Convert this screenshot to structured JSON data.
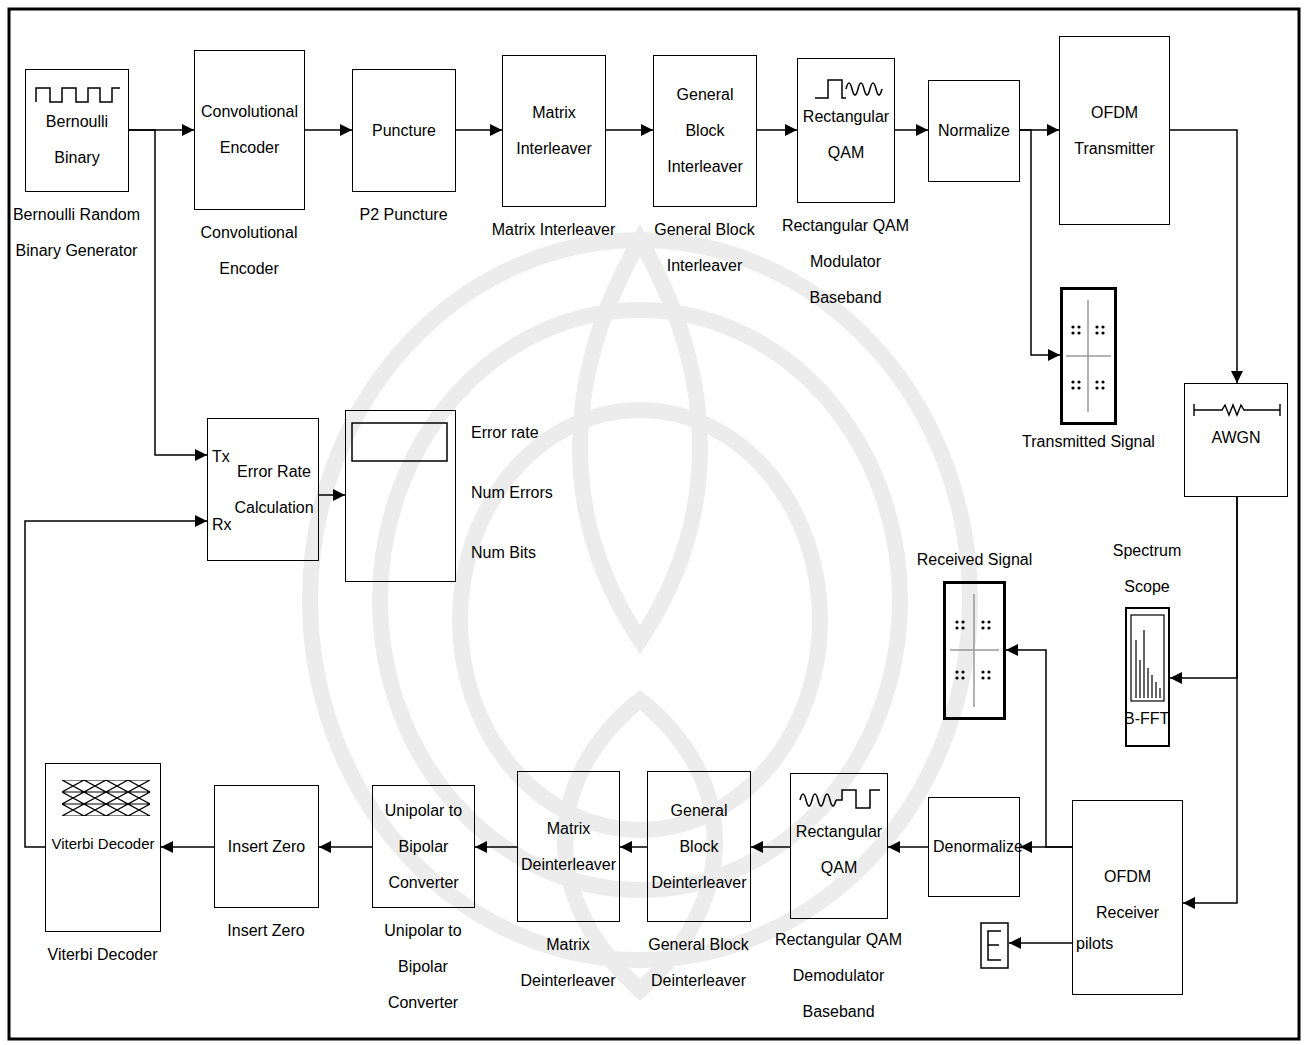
{
  "diagram": {
    "nodes": [
      {
        "text": [
          "Bernoulli Binary",
          "Bernoulli Random Binary Generator"
        ]
      },
      {
        "text": [
          "Convolutional Encoder",
          "Convolutional Encoder"
        ]
      },
      {
        "text": [
          "Puncture",
          "P2 Puncture"
        ]
      },
      {
        "text": [
          "Matrix Interleaver",
          "Matrix Interleaver"
        ]
      },
      {
        "text": [
          "General Block Interleaver",
          "General Block Interleaver"
        ]
      },
      {
        "text": [
          "Rectangular QAM",
          "Rectangular QAM Modulator Baseband"
        ]
      },
      {
        "text": [
          "Normalize"
        ]
      },
      {
        "text": [
          "OFDM Transmitter"
        ]
      },
      {
        "text": [
          "Transmitted Signal"
        ]
      },
      {
        "text": [
          "AWGN"
        ]
      },
      {
        "text": [
          "Tx",
          "Error Rate Calculation",
          "Rx"
        ]
      },
      {
        "text": [
          "Error rate",
          "Num Errors",
          "Num Bits"
        ]
      },
      {
        "text": [
          "Received Signal"
        ]
      },
      {
        "text": [
          "Spectrum Scope",
          "B-FFT"
        ]
      },
      {
        "text": [
          "OFDM Receiver",
          "pilots"
        ]
      },
      {
        "text": [
          "Denormalize"
        ]
      },
      {
        "text": [
          "Rectangular QAM",
          "Rectangular QAM Demodulator Baseband"
        ]
      },
      {
        "text": [
          "General Block Deinterleaver",
          "General Block Deinterleaver"
        ]
      },
      {
        "text": [
          "Matrix Deinterleaver",
          "Matrix Deinterleaver"
        ]
      },
      {
        "text": [
          "Unipolar to Bipolar Converter",
          "Unipolar to Bipolar Converter"
        ]
      },
      {
        "text": [
          "Insert Zero",
          "Insert Zero"
        ]
      },
      {
        "text": [
          "Viterbi Decoder",
          "Viterbi Decoder"
        ]
      }
    ],
    "edges": [
      {
        "from": 0,
        "to": 1,
        "arrow": "to"
      },
      {
        "from": 1,
        "to": 2,
        "arrow": "to"
      },
      {
        "from": 2,
        "to": 3,
        "arrow": "to"
      },
      {
        "from": 3,
        "to": 4,
        "arrow": "to"
      },
      {
        "from": 4,
        "to": 5,
        "arrow": "to"
      },
      {
        "from": 5,
        "to": 6,
        "arrow": "to"
      },
      {
        "from": 6,
        "to": 7,
        "arrow": "to"
      },
      {
        "from": 6,
        "to": 8,
        "arrow": "to"
      },
      {
        "from": 7,
        "to": 9,
        "arrow": "to"
      },
      {
        "from": 9,
        "to": 13,
        "arrow": "to"
      },
      {
        "from": 9,
        "to": 14,
        "arrow": "to"
      },
      {
        "from": 14,
        "to": 15,
        "arrow": "to"
      },
      {
        "from": 14,
        "to": 12,
        "arrow": "to"
      },
      {
        "from": 15,
        "to": 16,
        "arrow": "to"
      },
      {
        "from": 16,
        "to": 17,
        "arrow": "to"
      },
      {
        "from": 17,
        "to": 18,
        "arrow": "to"
      },
      {
        "from": 18,
        "to": 19,
        "arrow": "to"
      },
      {
        "from": 19,
        "to": 20,
        "arrow": "to"
      },
      {
        "from": 20,
        "to": 21,
        "arrow": "to"
      },
      {
        "from": 21,
        "to": 10,
        "arrow": "to"
      },
      {
        "from": 0,
        "to": 10,
        "arrow": "to"
      },
      {
        "from": 10,
        "to": 11,
        "arrow": "to"
      }
    ]
  }
}
